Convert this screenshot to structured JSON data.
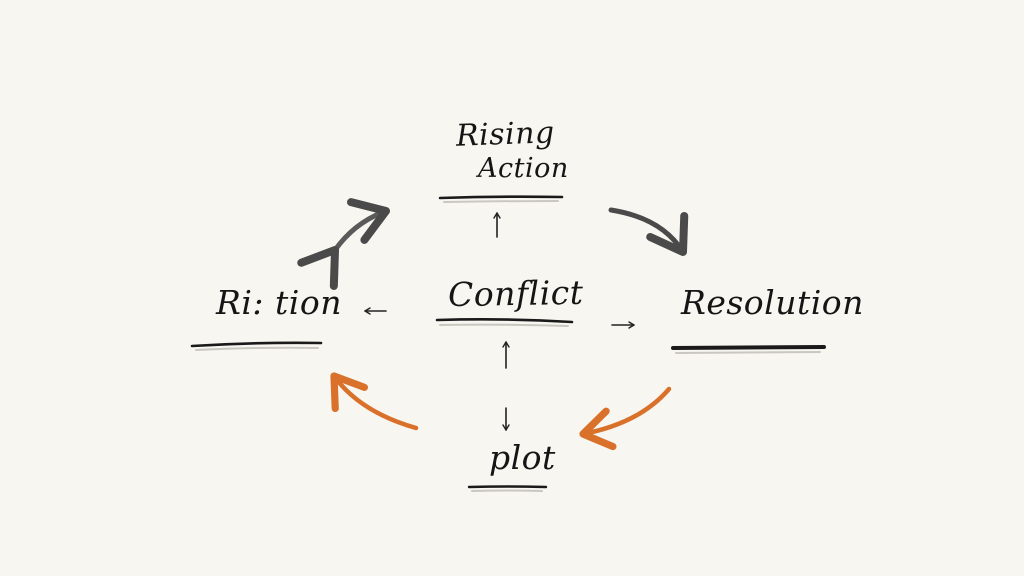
{
  "diagram": {
    "nodes": [
      {
        "id": "rising",
        "lines": [
          "Rising",
          "Action"
        ]
      },
      {
        "id": "left",
        "lines": [
          "Ri: tion"
        ]
      },
      {
        "id": "conflict",
        "lines": [
          "Conflict"
        ]
      },
      {
        "id": "resolution",
        "lines": [
          "Resolution"
        ]
      },
      {
        "id": "plot",
        "lines": [
          "plot"
        ]
      }
    ],
    "edges": [
      {
        "from": "left",
        "to": "rising",
        "style": "double-headed",
        "color": "#5a5a5a"
      },
      {
        "from": "rising",
        "to": "resolution",
        "color": "#4a4a4a"
      },
      {
        "from": "resolution",
        "to": "plot",
        "color": "#d9712b"
      },
      {
        "from": "plot",
        "to": "left",
        "color": "#d9712b"
      },
      {
        "from": "conflict",
        "to": "rising",
        "style": "small"
      },
      {
        "from": "conflict",
        "to": "left",
        "style": "small"
      },
      {
        "from": "conflict",
        "to": "resolution",
        "style": "small"
      },
      {
        "from": "plot",
        "to": "conflict",
        "style": "small"
      }
    ]
  },
  "colors": {
    "background": "#f7f6f1",
    "ink": "#151515",
    "gray_arrow": "#4a4a4a",
    "orange_arrow": "#d9712b"
  }
}
